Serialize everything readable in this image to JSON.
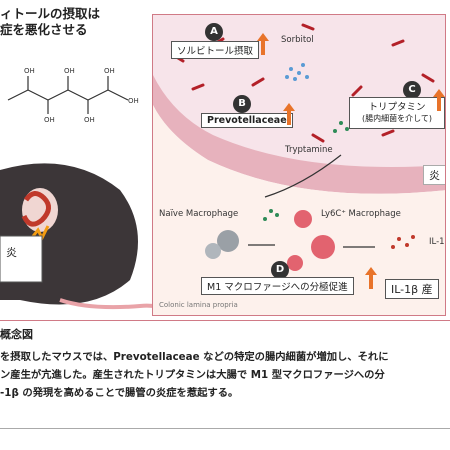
{
  "headline": "ィトールの摂取は\n症を悪化させる",
  "diagram": {
    "a_label": "ソルビトール摂取",
    "b_label": "Prevotellaceae",
    "c_label": "トリプタミン",
    "c_sub": "(腸内細菌を介して)",
    "d_label": "M1 マクロファージへの分極促進",
    "e_label": "IL-1β 産",
    "sorbitol": "Sorbitol",
    "tryptamine": "Tryptamine",
    "naive": "Naïve Macrophage",
    "ly6c": "Ly6C⁺ Macrophage",
    "il1": "IL-1",
    "inflam": "炎",
    "inflam_right": "炎",
    "lamina": "Colonic lamina propria",
    "letters": [
      "A",
      "B",
      "C",
      "D"
    ]
  },
  "caption": {
    "title": "概念図",
    "body": "を摂取したマウスでは、Prevotellaceae などの特定の腸内細菌が増加し、それに\nン産生が亢進した。産生されたトリプタミンは大腸で M1 型マクロファージへの分\n-1β の発現を高めることで腸管の炎症を惹起する。"
  },
  "colors": {
    "accent": "#e8732a",
    "border": "#d07a86",
    "lumen": "#f7e4ea",
    "lamina": "#fdf1ec"
  }
}
